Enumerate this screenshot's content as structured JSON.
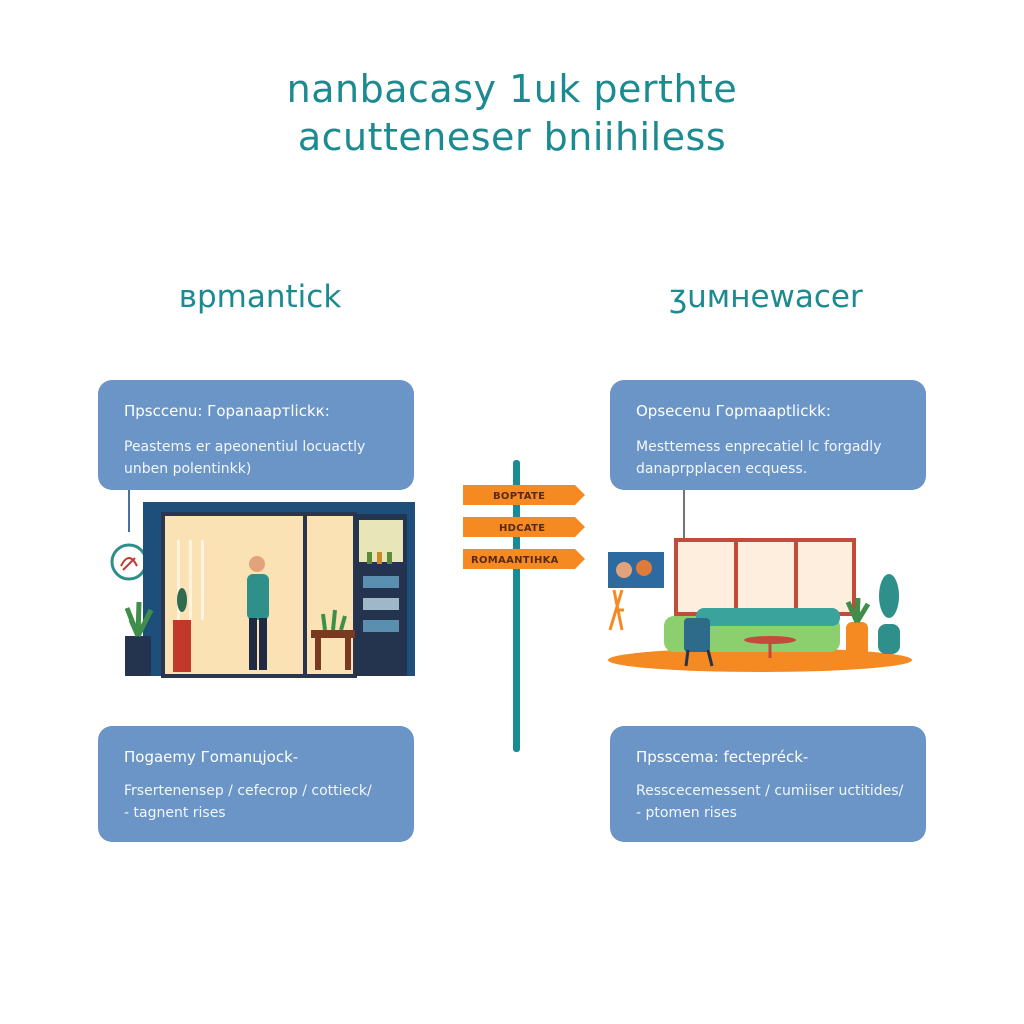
{
  "title": {
    "line1": "nanbacasy 1uk perthte",
    "line2": "acutteneser bniihiless"
  },
  "left_column": {
    "heading": "врmantick",
    "top_card": {
      "title": "Прsccenu: Гopanaapтlickк:",
      "lines": [
        "Peastems er apeonentiul locuactly",
        "unben polentinkk)"
      ]
    },
    "bottom_card": {
      "title": "Поgaemy Гomanцjock-",
      "lines": [
        "Frsertenensep / cefecrop / cottieck/",
        "- tagnent rises"
      ]
    }
  },
  "right_column": {
    "heading": "ʒuмнewacer",
    "top_card": {
      "title": "Opsecenu Гopmaaptlickk:",
      "lines": [
        "Mesttemess enprecatiel lc forgadly",
        "danaprpplacen ecquess."
      ]
    },
    "bottom_card": {
      "title": "Прsscema: fectepréck-",
      "lines": [
        "Resscecemessent / cumiiser uctitides/",
        "- ptomen rises"
      ]
    }
  },
  "signpost": {
    "signs": [
      "BOPTATE",
      "HDCATE",
      "ROMAANTIHKA"
    ]
  },
  "colors": {
    "accent": "#1c8a91",
    "card": "#6a95c6",
    "sign": "#f58a22",
    "post": "#1c8a91"
  }
}
